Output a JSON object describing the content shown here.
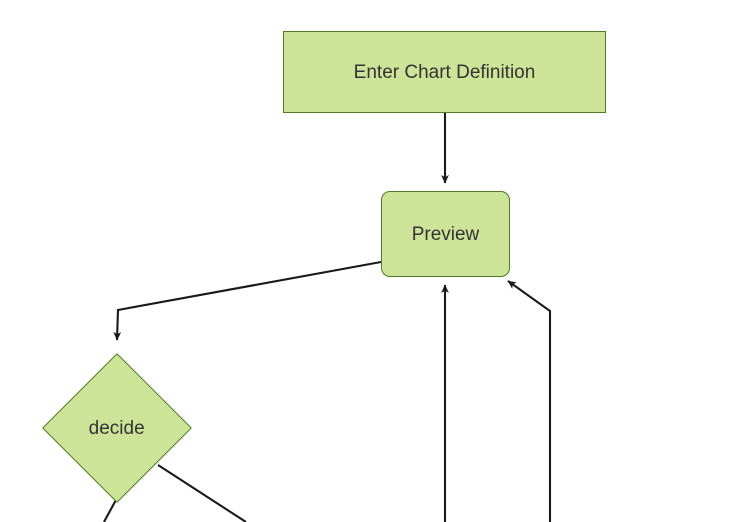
{
  "diagram": {
    "type": "flowchart",
    "direction": "top-down",
    "background_color": "#ffffff",
    "node_fill_color": "#cde498",
    "node_border_color": "#4e7a2a",
    "text_color": "#333333",
    "edge_color": "#1a1a1a",
    "nodes": [
      {
        "id": "enter-chart-definition",
        "label": "Enter Chart Definition",
        "shape": "rectangle"
      },
      {
        "id": "preview",
        "label": "Preview",
        "shape": "rounded-rectangle"
      },
      {
        "id": "decide",
        "label": "decide",
        "shape": "diamond"
      }
    ],
    "edges": [
      {
        "from": "enter-chart-definition",
        "to": "preview",
        "label": ""
      },
      {
        "from": "preview",
        "to": "decide",
        "label": ""
      },
      {
        "from": "below-offscreen-1",
        "to": "preview",
        "label": ""
      },
      {
        "from": "below-offscreen-2",
        "to": "preview",
        "label": ""
      },
      {
        "from": "decide",
        "to": "below-offscreen-3",
        "label": ""
      },
      {
        "from": "decide",
        "to": "below-offscreen-4",
        "label": ""
      }
    ]
  }
}
